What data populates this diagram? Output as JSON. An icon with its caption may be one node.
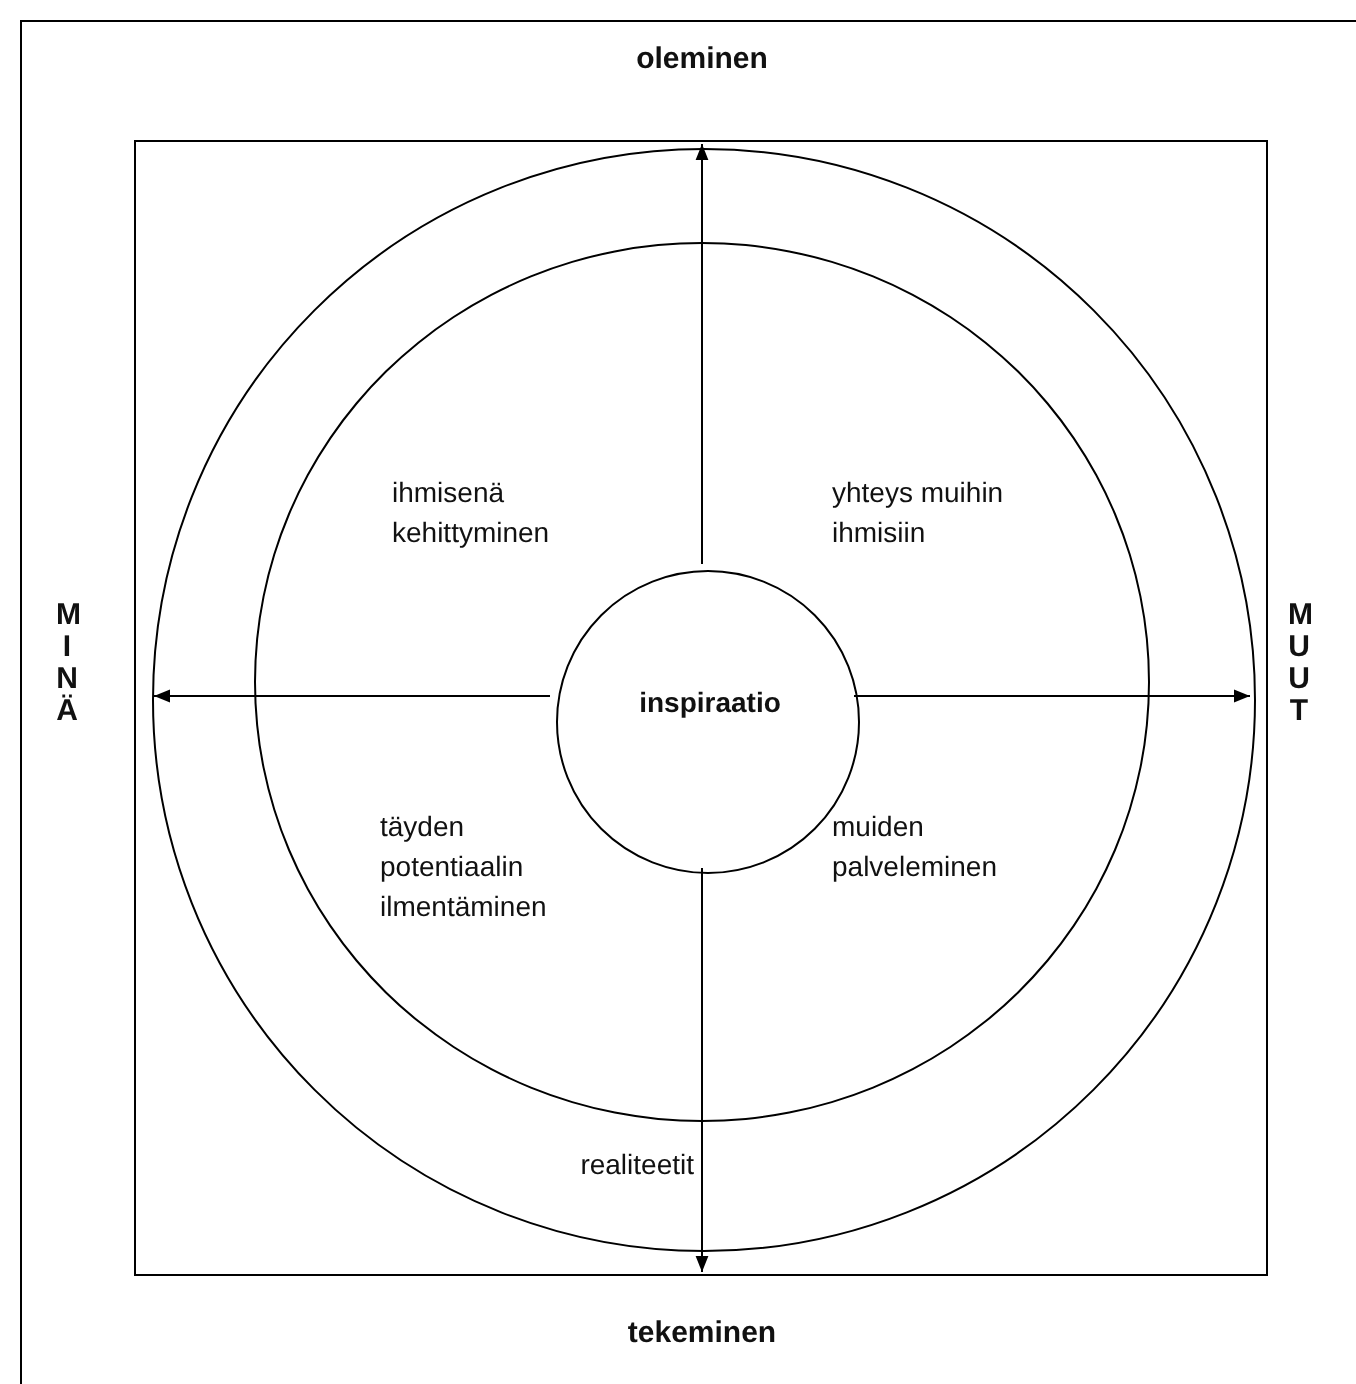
{
  "diagram": {
    "nodes": [
      {
        "text": [],
        "shape": "box"
      },
      {
        "text": [
          "realiteetit"
        ],
        "in": 0
      },
      {
        "text": [],
        "shape": "circle",
        "in": 1
      },
      {
        "text": [
          "inspiraatio"
        ],
        "in": 2
      }
    ],
    "edges": [
      {
        "from": 3,
        "to": null,
        "arrow": "to"
      },
      {
        "from": 3,
        "to": null,
        "arrow": "to"
      },
      {
        "from": 3,
        "to": null,
        "arrow": "to"
      },
      {
        "from": 3,
        "to": null,
        "arrow": "to"
      }
    ],
    "labels": [
      "oleminen",
      "ihmisenä kehittyminen",
      "yhteys muihin ihmisiin",
      "MINÄ",
      "MUUT",
      "täyden potentiaalin ilmentäminen",
      "muiden palveleminen",
      "tekeminen"
    ]
  }
}
